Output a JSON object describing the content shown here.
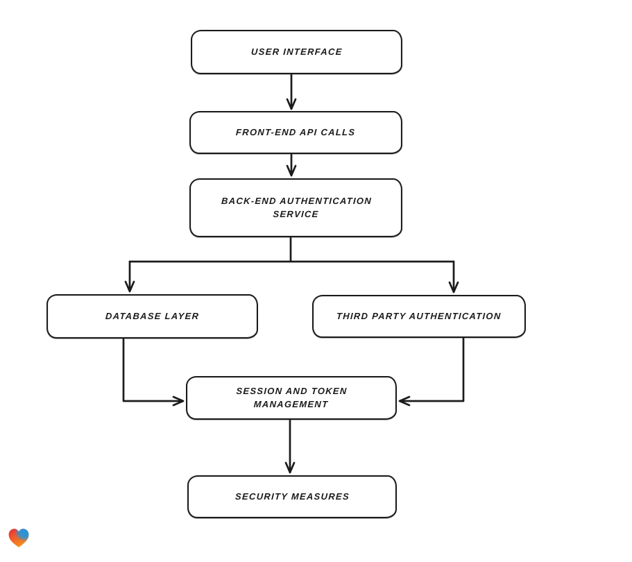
{
  "diagram": {
    "type": "flowchart",
    "background_color": "#ffffff",
    "stroke_color": "#1b1b1b",
    "node_fill_color": "#ffffff",
    "nodes": [
      {
        "id": "user-interface",
        "label": "USER INTERFACE"
      },
      {
        "id": "front-end-api-calls",
        "label": "FRONT-END API CALLS"
      },
      {
        "id": "back-end-authentication-service",
        "label": "BACK-END AUTHENTICATION SERVICE"
      },
      {
        "id": "database-layer",
        "label": "DATABASE LAYER"
      },
      {
        "id": "third-party-authentication",
        "label": "THIRD PARTY AUTHENTICATION"
      },
      {
        "id": "session-and-token-management",
        "label": "SESSION AND TOKEN MANAGEMENT"
      },
      {
        "id": "security-measures",
        "label": "SECURITY MEASURES"
      }
    ],
    "edges": [
      {
        "from": "user-interface",
        "to": "front-end-api-calls"
      },
      {
        "from": "front-end-api-calls",
        "to": "back-end-authentication-service"
      },
      {
        "from": "back-end-authentication-service",
        "to": "database-layer"
      },
      {
        "from": "back-end-authentication-service",
        "to": "third-party-authentication"
      },
      {
        "from": "database-layer",
        "to": "session-and-token-management"
      },
      {
        "from": "third-party-authentication",
        "to": "session-and-token-management"
      },
      {
        "from": "session-and-token-management",
        "to": "security-measures"
      }
    ],
    "logo": {
      "icon": "heart-logo",
      "colors": [
        "#e92c3c",
        "#2196dd",
        "#f7941d"
      ]
    }
  }
}
